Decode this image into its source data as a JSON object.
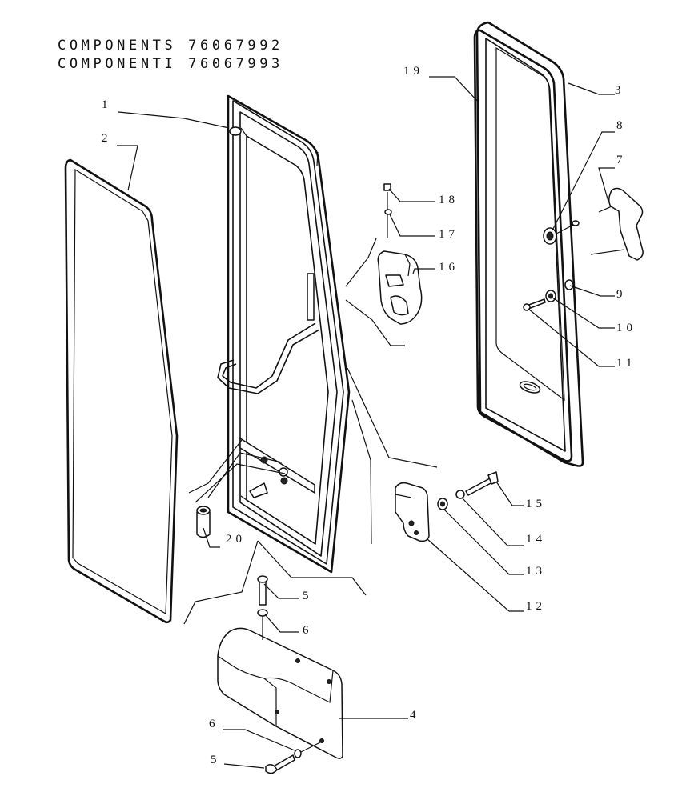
{
  "title_lines": [
    "COMPONENTS 76067992",
    "COMPONENTI 76067993"
  ],
  "callouts": [
    "1",
    "2",
    "3",
    "4",
    "5",
    "5",
    "6",
    "6",
    "7",
    "8",
    "9",
    "10",
    "11",
    "12",
    "13",
    "14",
    "15",
    "16",
    "17",
    "18",
    "19",
    "20"
  ]
}
